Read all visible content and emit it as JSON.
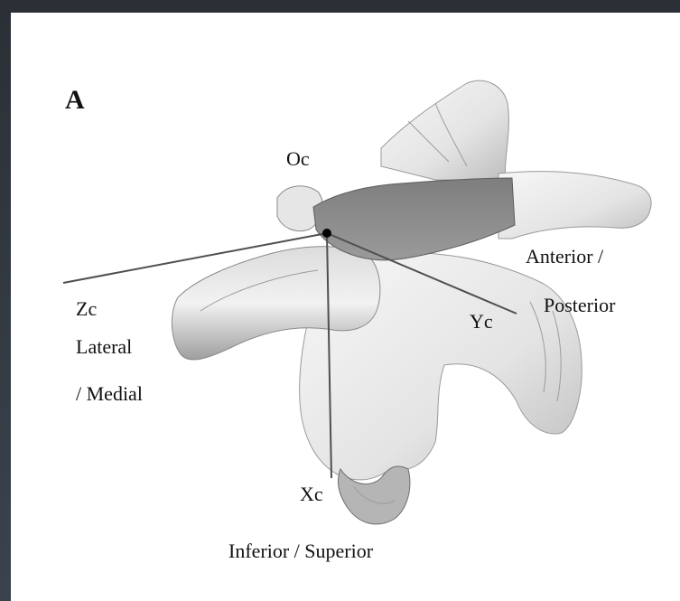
{
  "panel_label": "A",
  "labels": {
    "oc": "Oc",
    "zc": "Zc",
    "yc": "Yc",
    "xc": "Xc",
    "lateral": "Lateral",
    "medial": "/ Medial",
    "anterior": "Anterior /",
    "posterior": "Posterior",
    "inferior_superior": "Inferior / Superior"
  },
  "colors": {
    "frame": "#2b3138",
    "bone": "#eeeeee",
    "bone_shadow": "#a9a9a9",
    "cartilage": "#8b8b8b",
    "axis_line": "#5a5a5a"
  }
}
